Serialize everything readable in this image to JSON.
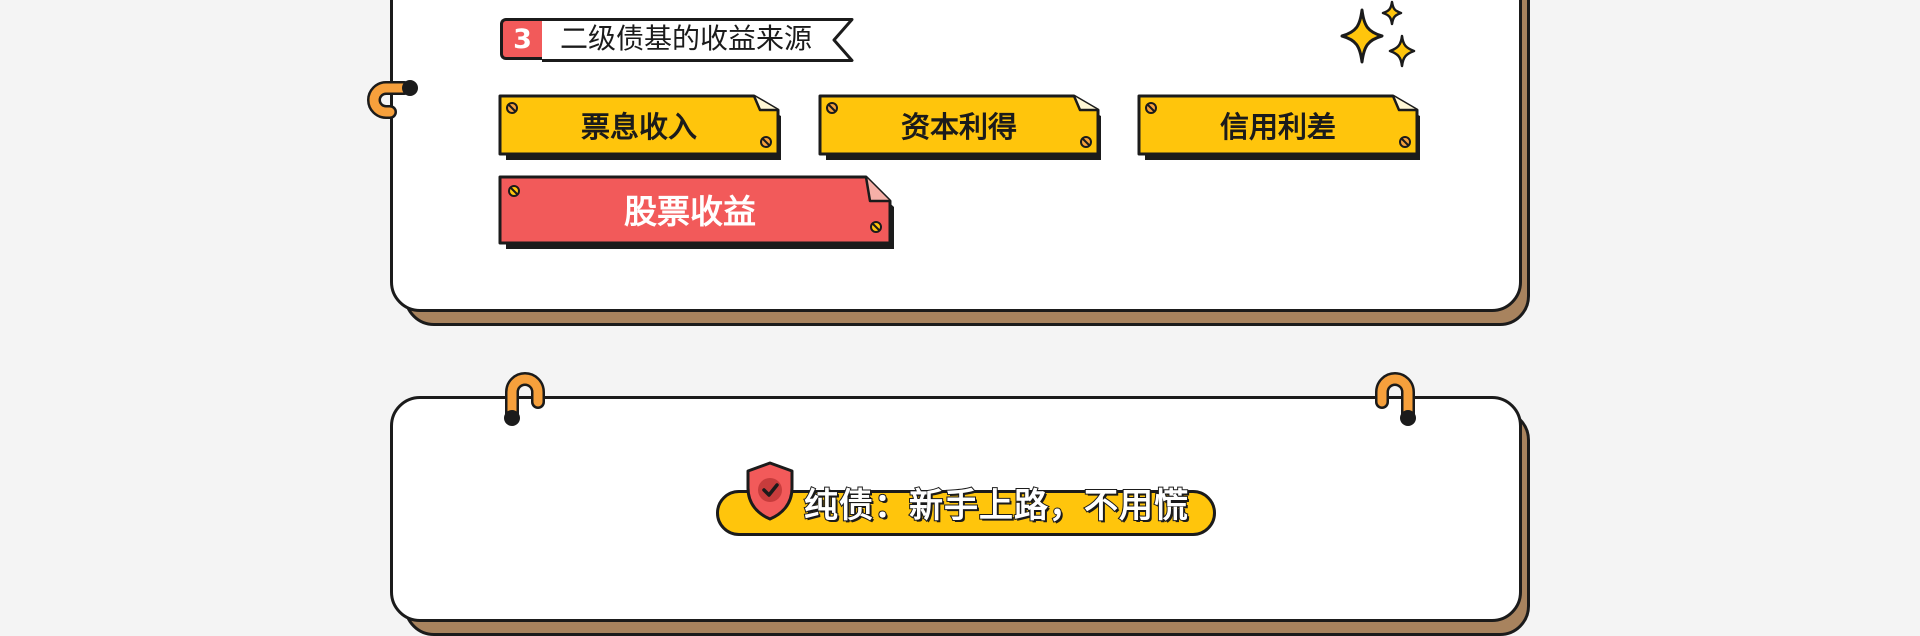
{
  "section": {
    "number": "3",
    "title": "二级债基的收益来源"
  },
  "tags": {
    "coupon": "票息收入",
    "capital_gain": "资本利得",
    "credit_spread": "信用利差",
    "stock_return": "股票收益"
  },
  "banner": {
    "title": "纯债：新手上路，不用慌"
  },
  "colors": {
    "background": "#f4f4f4",
    "card": "#ffffff",
    "card_shadow": "#a8835e",
    "yellow": "#ffc50c",
    "red": "#f25a5a",
    "orange": "#f6a03c",
    "outline": "#1b1b1b"
  },
  "icons": {
    "sparkles": "sparkle-icon",
    "shield": "shield-check-icon",
    "rings": "binder-ring-icon"
  }
}
